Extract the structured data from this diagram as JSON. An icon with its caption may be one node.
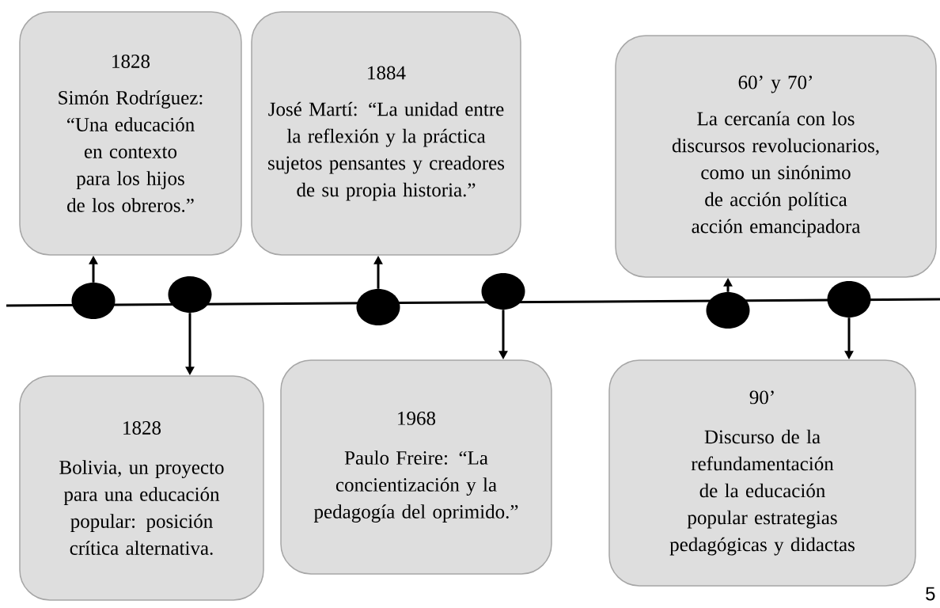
{
  "diagram": {
    "nodes": [
      {
        "text": [
          "1828",
          "Simón Rodríguez: “Una educación en contexto para los hijos de los obreros.”"
        ]
      },
      {
        "text": [
          "1884",
          "José Martí: “La unidad entre la reflexión y la práctica sujetos pensantes y creadores de su propia historia.”"
        ]
      },
      {
        "text": [
          "60’ y 70’",
          "La cercanía con los discursos revolucionarios, como un sinónimo de acción política acción emancipadora"
        ]
      },
      {
        "text": [
          "1828",
          "Bolivia, un proyecto para una educación popular: posición crítica alternativa."
        ]
      },
      {
        "text": [
          "1968",
          "Paulo Freire: “La concientización y la pedagogía del oprimido.”"
        ]
      },
      {
        "text": [
          "90’",
          "Discurso de la refundamentación de la educación popular estrategias pedagógicas y didactas"
        ]
      },
      {
        "text": [],
        "shape": "circle"
      },
      {
        "text": [],
        "shape": "circle"
      },
      {
        "text": [],
        "shape": "circle"
      },
      {
        "text": [],
        "shape": "circle"
      },
      {
        "text": [],
        "shape": "circle"
      },
      {
        "text": [],
        "shape": "circle"
      }
    ],
    "edges": [
      {
        "from": 6,
        "to": 0,
        "arrow": "to"
      },
      {
        "from": 7,
        "to": 3,
        "arrow": "to"
      },
      {
        "from": 8,
        "to": 1,
        "arrow": "to"
      },
      {
        "from": 9,
        "to": 4,
        "arrow": "to"
      },
      {
        "from": 10,
        "to": 2,
        "arrow": "to"
      },
      {
        "from": 11,
        "to": 5,
        "arrow": "to"
      }
    ],
    "labels": [
      "5"
    ]
  }
}
